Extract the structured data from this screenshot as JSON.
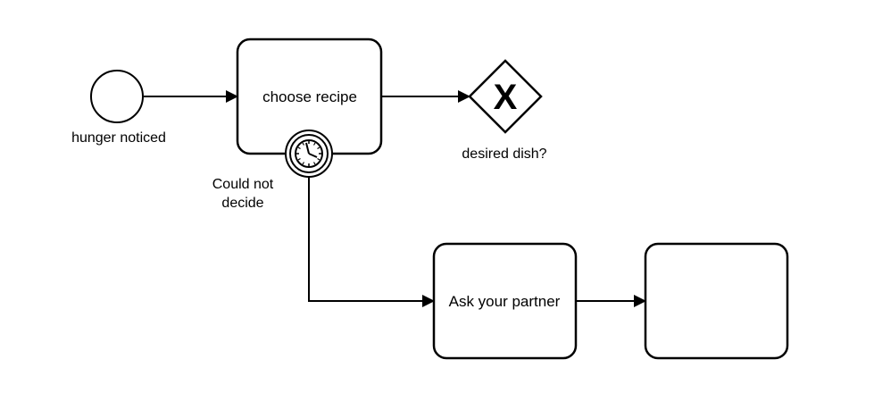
{
  "diagram": {
    "start_event": {
      "label": "hunger noticed"
    },
    "task_choose_recipe": {
      "label": "choose recipe"
    },
    "gateway": {
      "label": "desired dish?",
      "symbol": "X"
    },
    "timer_boundary": {
      "label_line1": "Could not",
      "label_line2": "decide"
    },
    "task_ask_partner": {
      "label": "Ask your partner"
    },
    "task_empty": {
      "label": ""
    }
  },
  "colors": {
    "stroke": "#000000",
    "fill": "#ffffff"
  }
}
